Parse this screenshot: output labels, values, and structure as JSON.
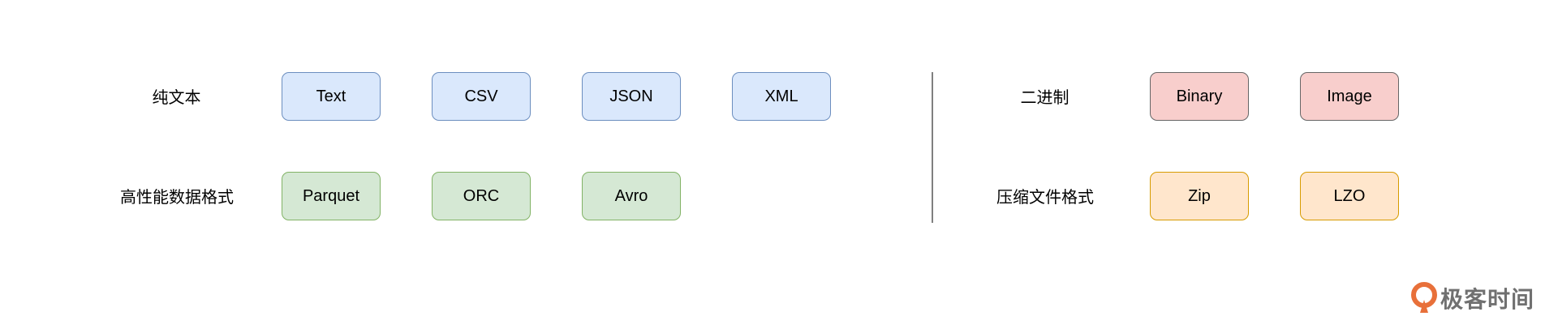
{
  "rows": {
    "plain_text": {
      "label": "纯文本",
      "items": [
        "Text",
        "CSV",
        "JSON",
        "XML"
      ]
    },
    "binary": {
      "label": "二进制",
      "items": [
        "Binary",
        "Image"
      ]
    },
    "high_performance": {
      "label": "高性能数据格式",
      "items": [
        "Parquet",
        "ORC",
        "Avro"
      ]
    },
    "compressed": {
      "label": "压缩文件格式",
      "items": [
        "Zip",
        "LZO"
      ]
    }
  },
  "colors": {
    "blue_fill": "#dae8fc",
    "blue_border": "#6c8ebf",
    "green_fill": "#d5e8d4",
    "green_border": "#82b366",
    "red_fill": "#f8cecc",
    "red_border": "#666666",
    "orange_fill": "#ffe6cc",
    "orange_border": "#d79b00",
    "logo_accent": "#e8703a"
  },
  "watermark": {
    "text": "极客时间",
    "icon": "geektime-logo-icon"
  }
}
